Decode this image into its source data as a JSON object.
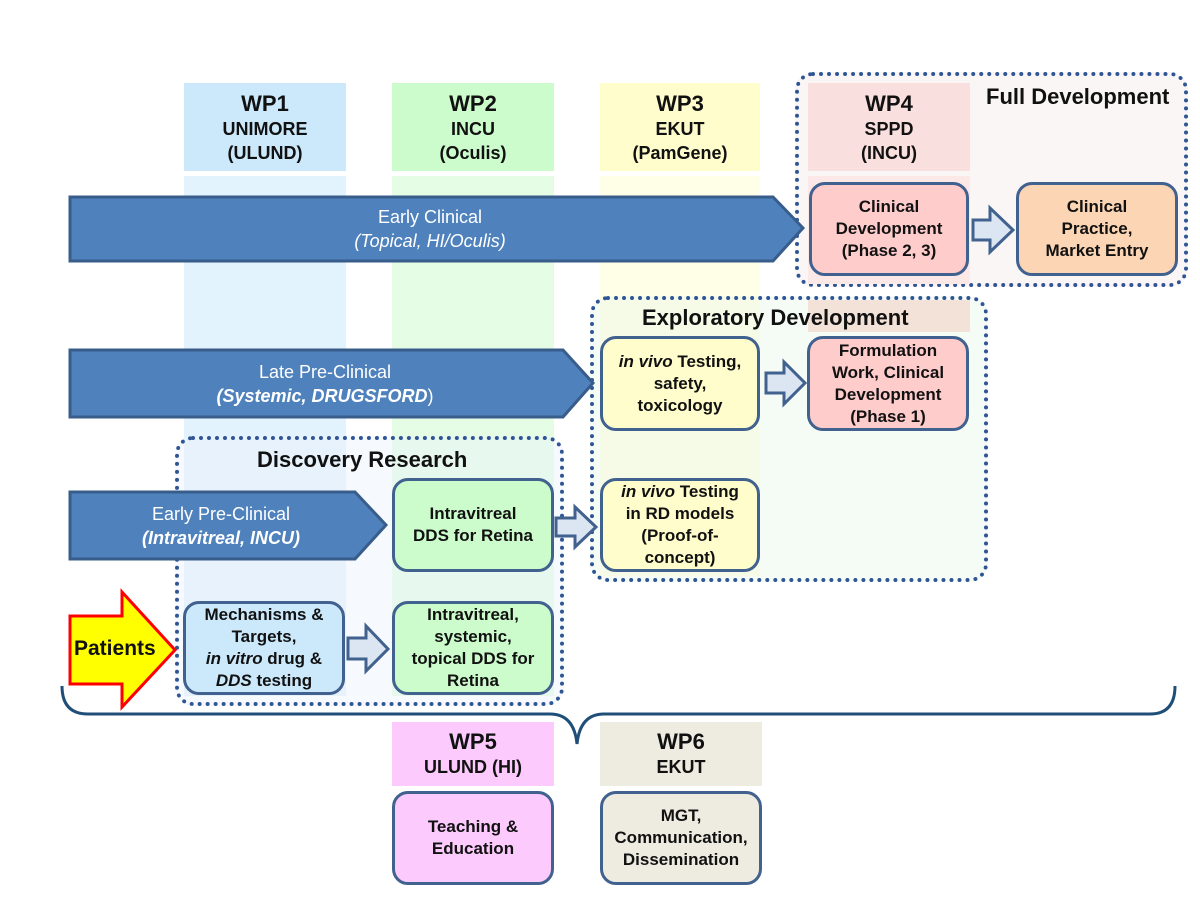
{
  "colors": {
    "wp1": "#cce9fc",
    "wp1_light": "#e3f3fd",
    "wp2": "#ccfccc",
    "wp2_light": "#e4fde4",
    "wp3": "#fffdcc",
    "wp3_light": "#fffee6",
    "wp4": "#ffcccc",
    "wp5": "#fccafc",
    "wp6": "#eeebe0",
    "arrow_blue": "#4f81bd",
    "arrow_border": "#385d8a",
    "box_border": "#41618f",
    "dotted": "#2f5597",
    "patients_fill": "#ffff00",
    "patients_border": "#ff0000",
    "orange_box": "#fcd5b4",
    "small_arrow_fill": "#dce6f2"
  },
  "work_packages": [
    {
      "id": "WP1",
      "lead": "UNIMORE",
      "co": "(ULUND)"
    },
    {
      "id": "WP2",
      "lead": "INCU",
      "co": "(Oculis)"
    },
    {
      "id": "WP3",
      "lead": "EKUT",
      "co": "(PamGene)"
    },
    {
      "id": "WP4",
      "lead": "SPPD",
      "co": "(INCU)"
    },
    {
      "id": "WP5",
      "lead": "ULUND (HI)"
    },
    {
      "id": "WP6",
      "lead": "EKUT"
    }
  ],
  "zones": {
    "full_development": "Full Development",
    "exploratory_development": "Exploratory Development",
    "discovery_research": "Discovery Research"
  },
  "stage_arrows": [
    {
      "title": "Early Clinical",
      "sub": "(Topical, HI/Oculis)"
    },
    {
      "title": "Late Pre-Clinical",
      "sub": "(Systemic, DRUGSFORD",
      "sub_tail": ")"
    },
    {
      "title": "Early Pre-Clinical",
      "sub": "(Intravitreal, INCU)"
    }
  ],
  "patients_label": "Patients",
  "boxes": {
    "clinical_dev": [
      "Clinical",
      "Development",
      "(Phase 2, 3)"
    ],
    "clinical_practice": [
      "Clinical",
      "Practice,",
      "Market Entry"
    ],
    "invivo_safety": {
      "italic": "in vivo",
      "rest": " Testing,",
      "lines": [
        "safety,",
        "toxicology"
      ]
    },
    "formulation": [
      "Formulation",
      "Work, Clinical",
      "Development",
      "(Phase 1)"
    ],
    "invivo_rd": {
      "italic": "in vivo",
      "rest": " Testing",
      "lines": [
        "in RD models",
        "(Proof-of-",
        "concept)"
      ]
    },
    "intravitreal_dds": [
      "Intravitreal",
      "DDS for Retina"
    ],
    "mechanisms": {
      "l1": "Mechanisms &",
      "l2": "Targets,",
      "l3_italic": "in vitro",
      "l3_rest": " drug &",
      "l4_italic": "DDS",
      "l4_rest": " testing"
    },
    "multi_dds": [
      "Intravitreal,",
      "systemic,",
      "topical DDS for",
      "Retina"
    ],
    "teaching": [
      "Teaching &",
      "Education"
    ],
    "mgt": [
      "MGT,",
      "Communication,",
      "Dissemination"
    ]
  }
}
